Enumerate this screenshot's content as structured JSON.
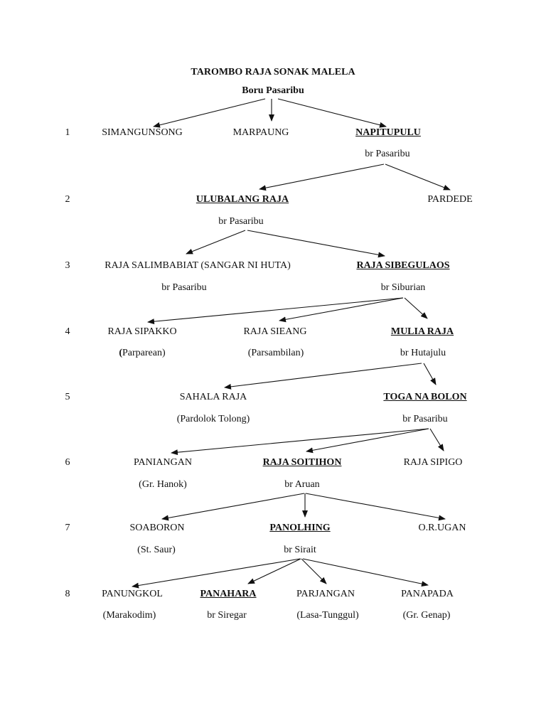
{
  "title": "TAROMBO RAJA SONAK MALELA",
  "subtitle": "Boru Pasaribu",
  "levels": [
    "1",
    "2",
    "3",
    "4",
    "5",
    "6",
    "7",
    "8"
  ],
  "nodes": {
    "n1a": {
      "name": "SIMANGUNSONG"
    },
    "n1b": {
      "name": "MARPAUNG"
    },
    "n1c": {
      "name": "NAPITUPULU",
      "sub": "br Pasaribu"
    },
    "n2a": {
      "name": "ULUBALANG RAJA",
      "sub": "br Pasaribu"
    },
    "n2b": {
      "name": "PARDEDE"
    },
    "n3a": {
      "name": "RAJA SALIMBABIAT (SANGAR NI HUTA)",
      "sub": "br Pasaribu"
    },
    "n3b": {
      "name": "RAJA SIBEGULAOS",
      "sub": "br Siburian"
    },
    "n4a": {
      "name": "RAJA SIPAKKO",
      "sub_open": "(",
      "sub": "Parparean)"
    },
    "n4b": {
      "name": "RAJA SIEANG",
      "sub": "(Parsambilan)"
    },
    "n4c": {
      "name": "MULIA RAJA",
      "sub": "br Hutajulu"
    },
    "n5a": {
      "name": "SAHALA RAJA",
      "sub": "(Pardolok Tolong)"
    },
    "n5b": {
      "name": "TOGA NA BOLON",
      "sub": "br Pasaribu"
    },
    "n6a": {
      "name": "PANIANGAN",
      "sub": "(Gr. Hanok)"
    },
    "n6b": {
      "name": "RAJA SOITIHON",
      "sub": "br Aruan"
    },
    "n6c": {
      "name": "RAJA SIPIGO"
    },
    "n7a": {
      "name": "SOABORON",
      "sub": "(St. Saur)"
    },
    "n7b": {
      "name": "PANOLHING",
      "sub": "br Sirait"
    },
    "n7c": {
      "name": "O.R.UGAN"
    },
    "n8a": {
      "name": "PANUNGKOL",
      "sub": "(Marakodim)"
    },
    "n8b": {
      "name": "PANAHARA",
      "sub": "br Siregar"
    },
    "n8c": {
      "name": "PARJANGAN",
      "sub": "(Lasa-Tunggul)"
    },
    "n8d": {
      "name": "PANAPADA",
      "sub": "(Gr. Genap)"
    }
  },
  "edges": [
    [
      "root",
      "n1a"
    ],
    [
      "root",
      "n1b"
    ],
    [
      "root",
      "n1c"
    ],
    [
      "n1c",
      "n2a"
    ],
    [
      "n1c",
      "n2b"
    ],
    [
      "n2a",
      "n3a"
    ],
    [
      "n2a",
      "n3b"
    ],
    [
      "n3b",
      "n4a"
    ],
    [
      "n3b",
      "n4b"
    ],
    [
      "n3b",
      "n4c"
    ],
    [
      "n4c",
      "n5a"
    ],
    [
      "n4c",
      "n5b"
    ],
    [
      "n5b",
      "n6a"
    ],
    [
      "n5b",
      "n6b"
    ],
    [
      "n5b",
      "n6c"
    ],
    [
      "n6b",
      "n7a"
    ],
    [
      "n6b",
      "n7b"
    ],
    [
      "n6b",
      "n7c"
    ],
    [
      "n7b",
      "n8a"
    ],
    [
      "n7b",
      "n8b"
    ],
    [
      "n7b",
      "n8c"
    ],
    [
      "n7b",
      "n8d"
    ]
  ]
}
